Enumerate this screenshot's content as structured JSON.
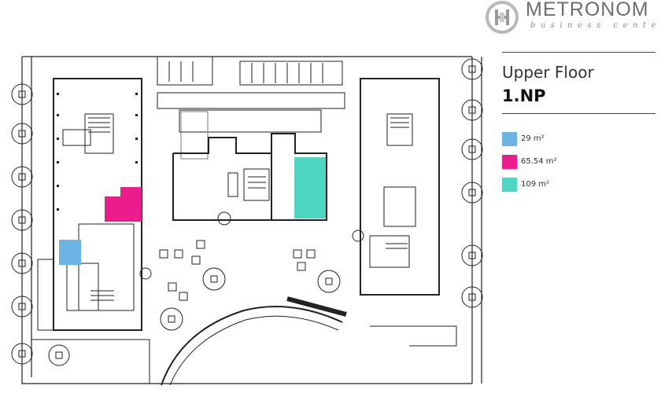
{
  "brand": {
    "name": "METRONOM",
    "tagline": "business center",
    "logo_color": "#7a7a7a"
  },
  "floor": {
    "name": "Upper Floor",
    "code": "1.NP"
  },
  "legend": [
    {
      "label": "29 m²",
      "color": "#6cb4e4"
    },
    {
      "label": "65.54 m²",
      "color": "#ec1c8c"
    },
    {
      "label": "109 m²",
      "color": "#4fd6c0"
    }
  ],
  "map": {
    "line_color": "#222222",
    "highlight_units": [
      {
        "label": "29 m²",
        "color": "#6cb4e4"
      },
      {
        "label": "65.54 m²",
        "color": "#ec1c8c"
      },
      {
        "label": "109 m²",
        "color": "#4fd6c0"
      }
    ]
  }
}
